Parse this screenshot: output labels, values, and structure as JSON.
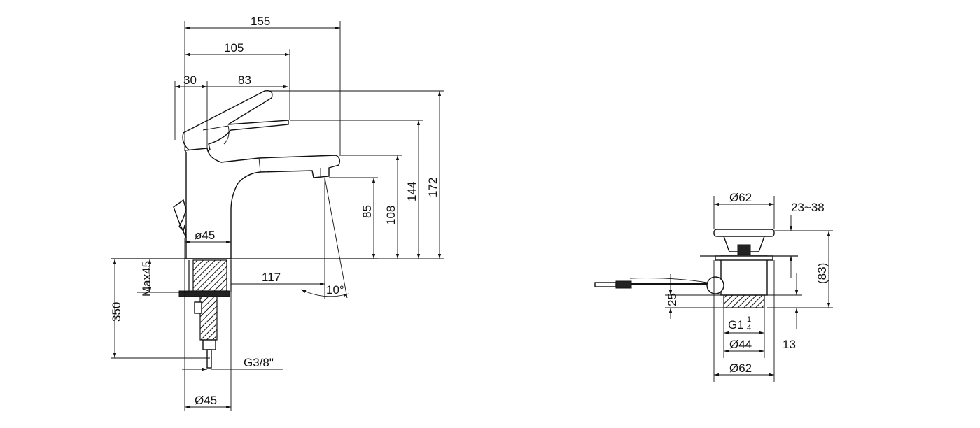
{
  "faucet": {
    "dim_total_reach": "155",
    "dim_handle_reach": "105",
    "dim_30": "30",
    "dim_83": "83",
    "dim_172": "172",
    "dim_144": "144",
    "dim_108": "108",
    "dim_85": "85",
    "dim_base_dia": "ø45",
    "dim_spout_117": "117",
    "dim_swivel_angle": "10°",
    "dim_max45": "Max45",
    "dim_350": "350",
    "dim_thread": "G3/8\"",
    "dim_bottom_dia": "Ø45"
  },
  "drain": {
    "dim_top_dia": "Ø62",
    "dim_range": "23~38",
    "dim_83": "(83)",
    "dim_25": "25",
    "dim_thread_main": "G1",
    "dim_thread_num": "1",
    "dim_thread_den": "4",
    "dim_mid_dia": "Ø44",
    "dim_13": "13",
    "dim_bottom_dia": "Ø62"
  }
}
